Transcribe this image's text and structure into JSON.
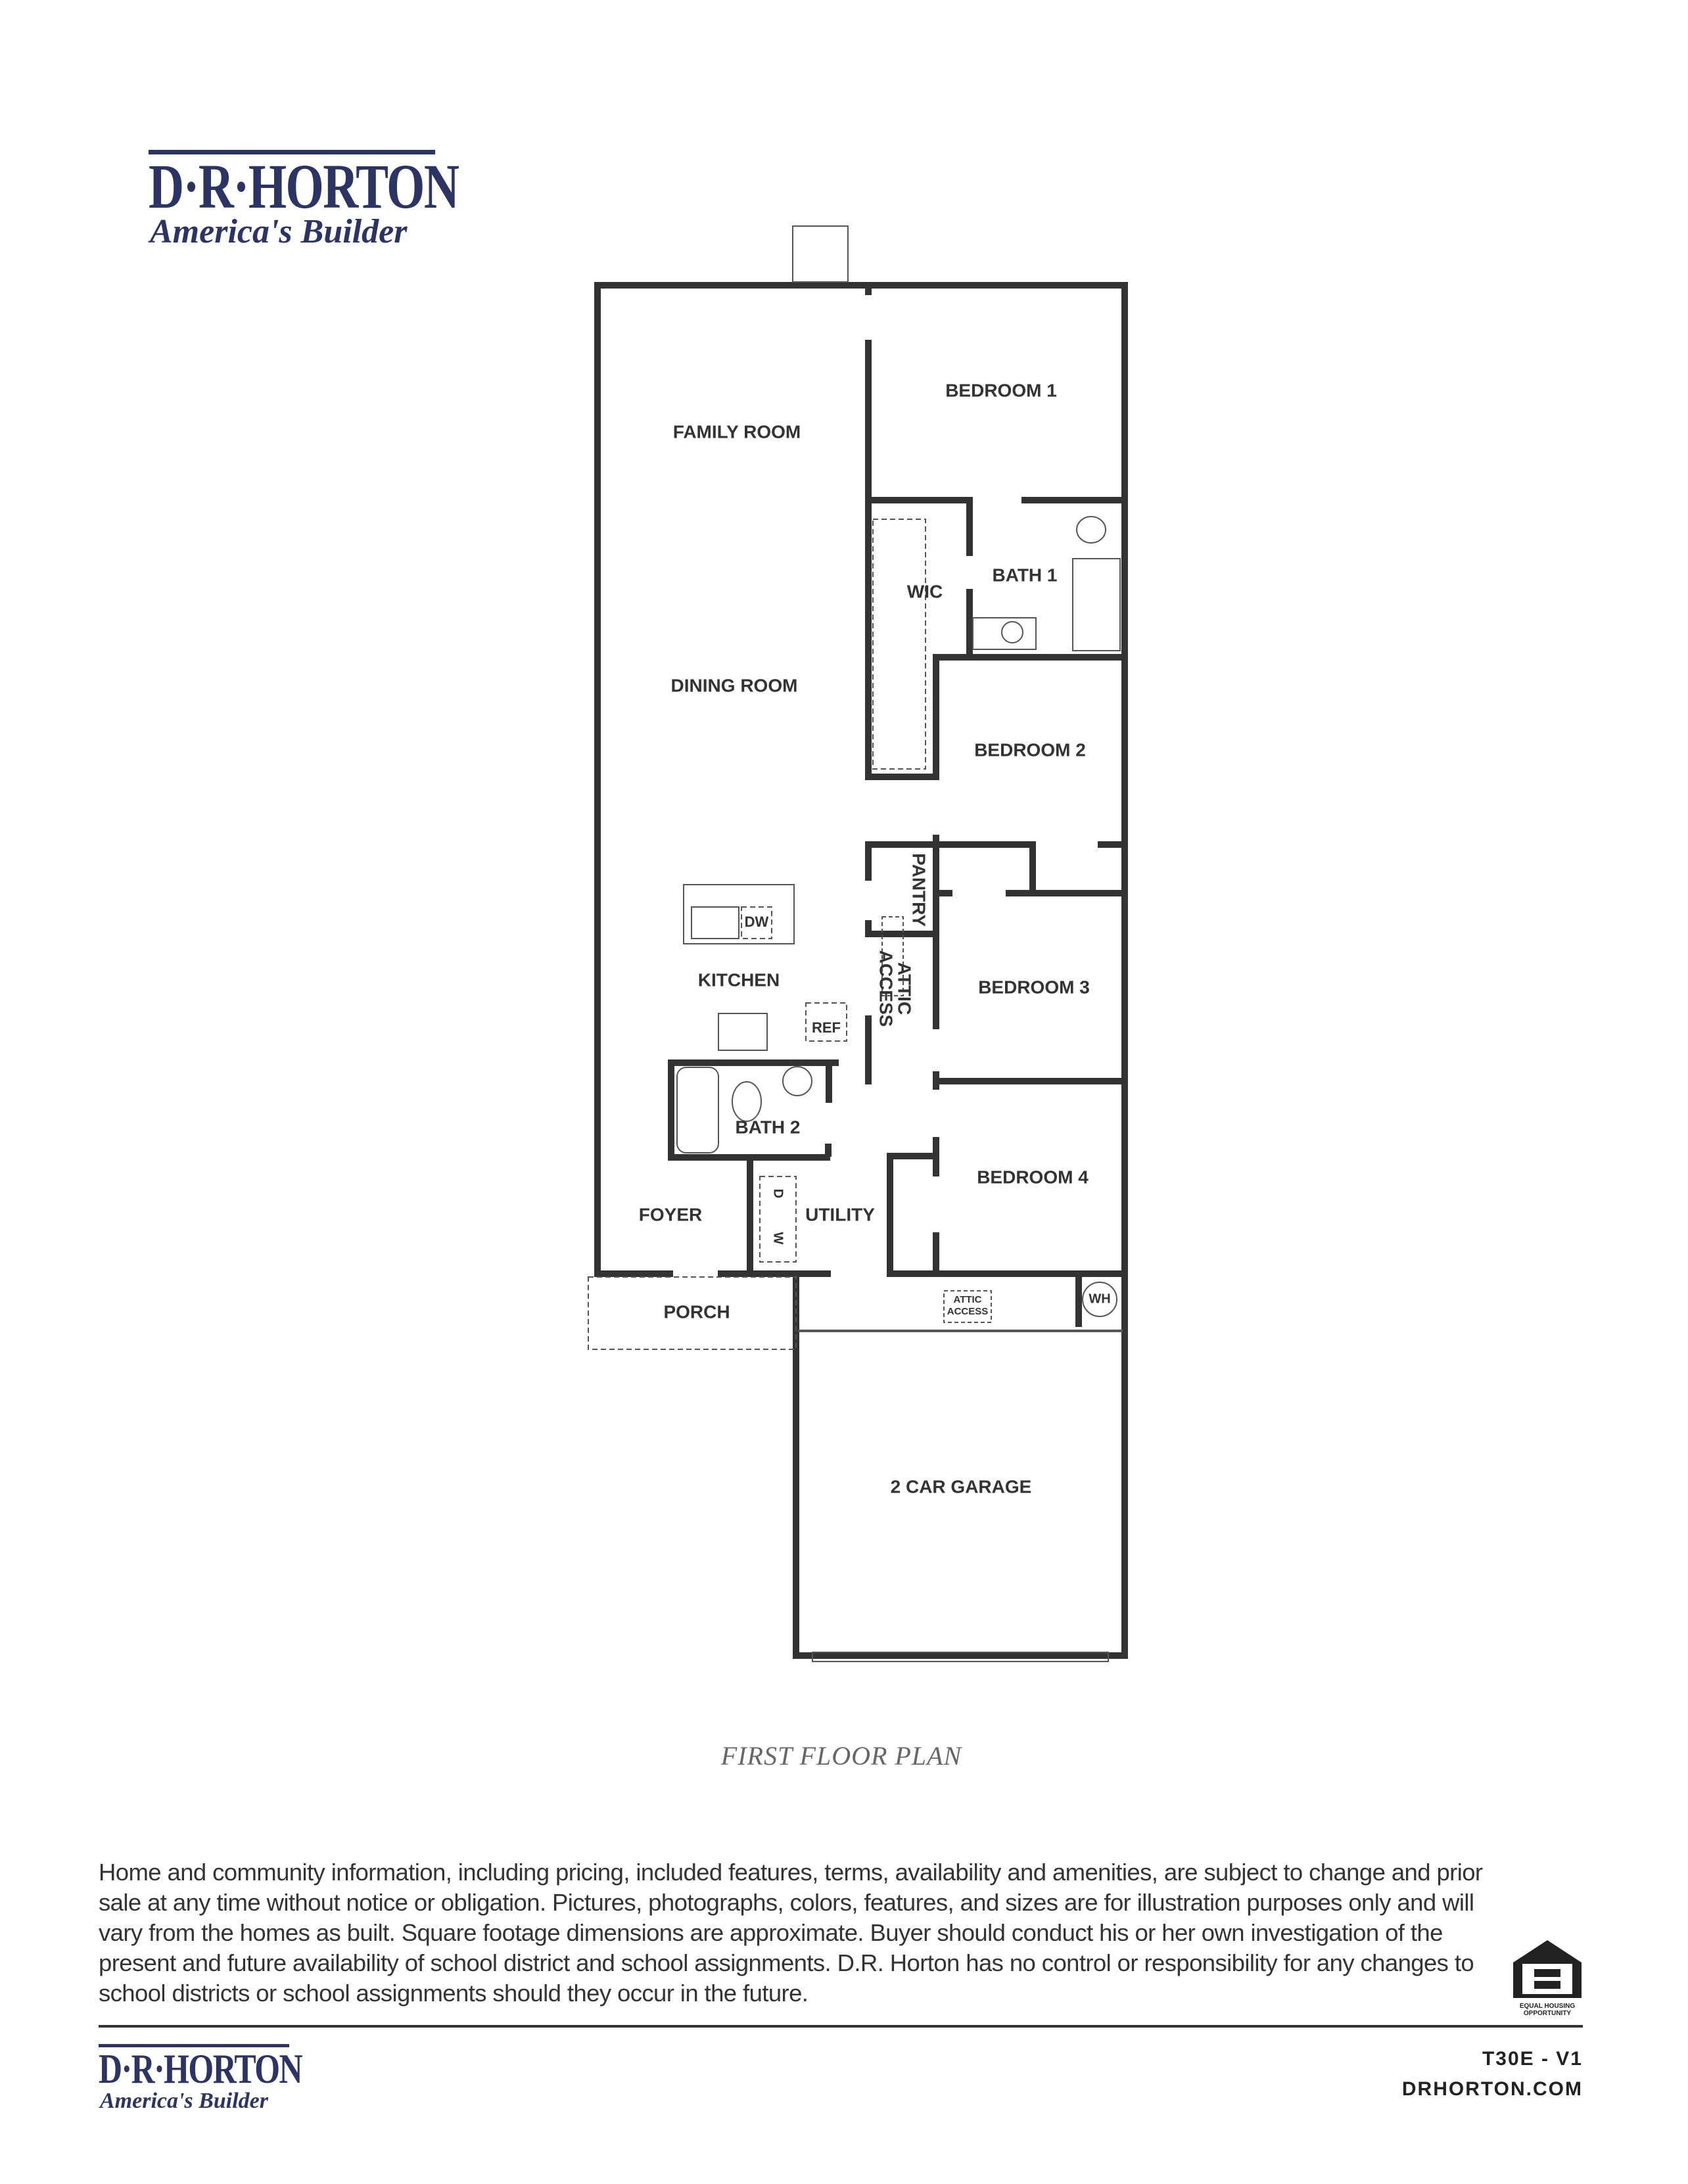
{
  "brand": {
    "name": "D·R·HORTON",
    "tagline": "America's Builder",
    "color": "#2b3462"
  },
  "plan": {
    "caption": "FIRST FLOOR PLAN",
    "rooms": {
      "family_room": "FAMILY ROOM",
      "bedroom1": "BEDROOM 1",
      "wic": "WIC",
      "bath1": "BATH 1",
      "dining_room": "DINING ROOM",
      "bedroom2": "BEDROOM 2",
      "pantry": "PANTRY",
      "attic_access_hall_1": "ATTIC",
      "attic_access_hall_2": "ACCESS",
      "kitchen": "KITCHEN",
      "bedroom3": "BEDROOM 3",
      "ref": "REF",
      "dw": "DW",
      "bath2": "BATH 2",
      "bedroom4": "BEDROOM 4",
      "foyer": "FOYER",
      "utility": "UTILITY",
      "dryer": "D",
      "washer": "W",
      "porch": "PORCH",
      "attic_access_garage_1": "ATTIC",
      "attic_access_garage_2": "ACCESS",
      "wh": "WH",
      "garage": "2 CAR GARAGE"
    }
  },
  "disclaimer": "Home and community information, including pricing, included features, terms, availability and amenities, are subject to change and prior sale at any time without notice or obligation. Pictures, photographs, colors, features, and sizes are for illustration purposes only and will vary from the homes as built.  Square footage dimensions are approximate. Buyer should conduct his or her own investigation of the present and future availability of school district and school assignments.  D.R. Horton has no control or responsibility for any changes to school districts or school assignments should they occur in the future.",
  "equal_housing": {
    "icon": "equal-housing-opportunity-icon",
    "line1": "EQUAL HOUSING",
    "line2": "OPPORTUNITY"
  },
  "footer": {
    "plan_code": "T30E - V1",
    "website": "DRHORTON.COM"
  }
}
